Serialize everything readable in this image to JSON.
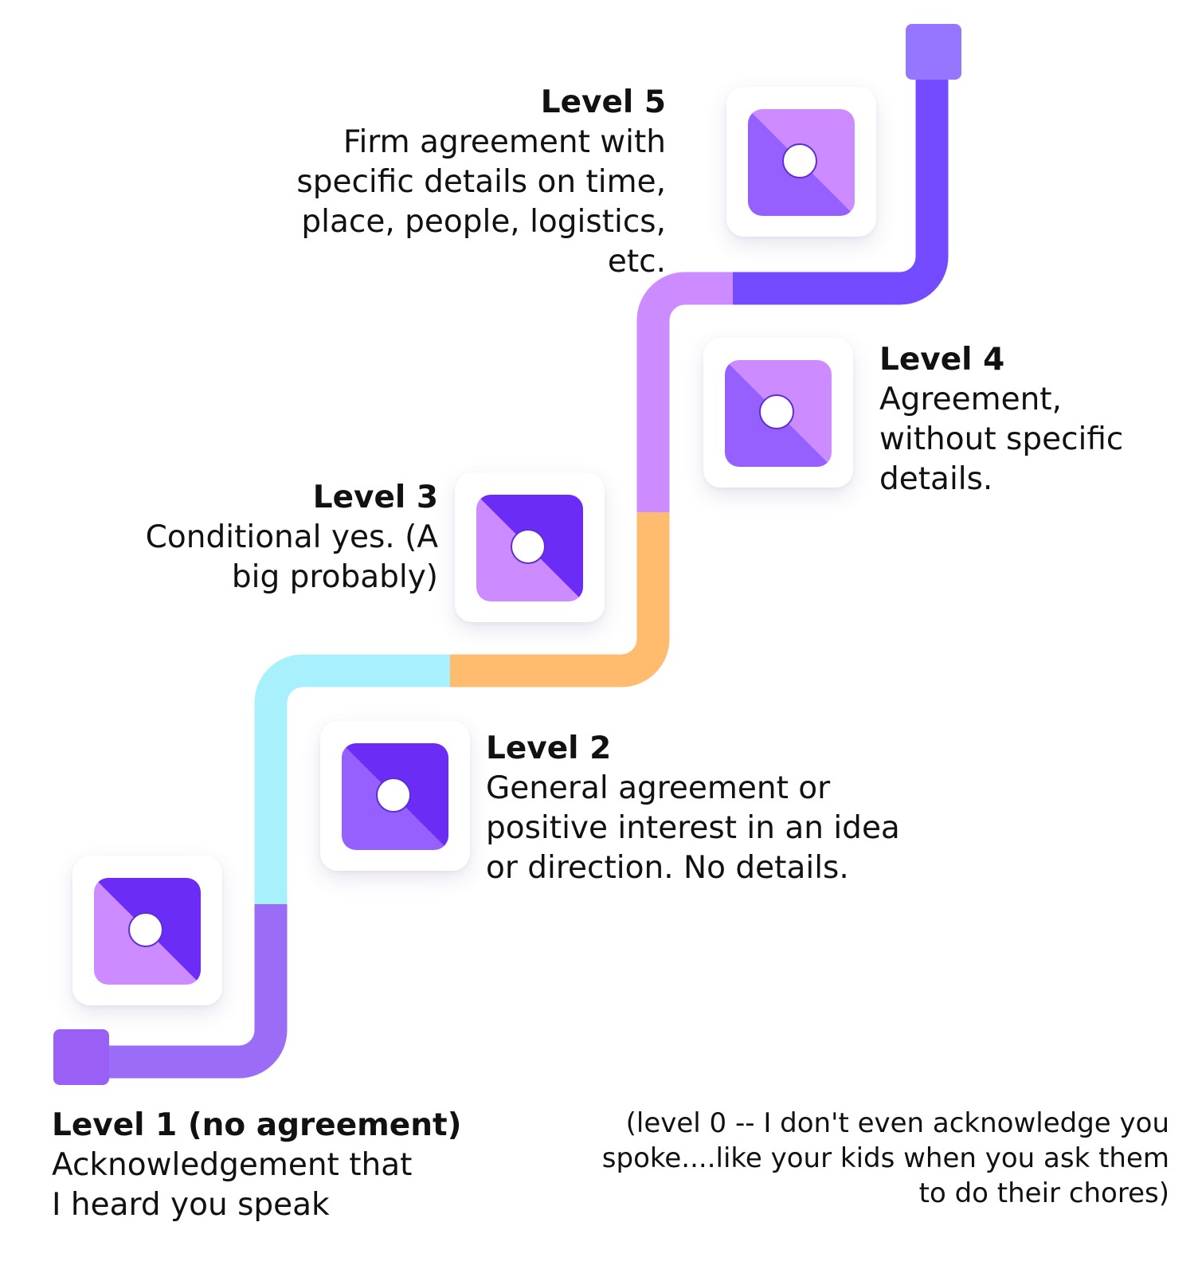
{
  "colors": {
    "segment_bottom": "#9b6cf6",
    "segment_cyan": "#a8f0fb",
    "segment_orange": "#ffbb6e",
    "segment_lilac": "#cc8cff",
    "segment_top": "#744bff",
    "cap_top": "#9676ff",
    "cap_bottom": "#9a60f5",
    "icon_light": "#cc8cff",
    "icon_mid": "#9560ff",
    "icon_dark": "#6b2cf5"
  },
  "levels": [
    {
      "id": "level1",
      "title": "Level 1 (no agreement)",
      "lines": [
        "Acknowledgement that",
        "I heard you speak"
      ],
      "icon": "diagonal-square-icon"
    },
    {
      "id": "level2",
      "title": "Level 2",
      "lines": [
        "General agreement or",
        "positive interest in an idea",
        "or direction. No details."
      ],
      "icon": "diagonal-square-icon"
    },
    {
      "id": "level3",
      "title": "Level 3",
      "lines": [
        "Conditional yes. (A",
        "big probably)"
      ],
      "icon": "diagonal-square-icon"
    },
    {
      "id": "level4",
      "title": "Level 4",
      "lines": [
        "Agreement,",
        "without specific",
        "details."
      ],
      "icon": "diagonal-square-icon"
    },
    {
      "id": "level5",
      "title": "Level 5",
      "lines": [
        "Firm agreement with",
        "specific details on time,",
        "place, people, logistics,",
        "etc."
      ],
      "icon": "diagonal-square-icon"
    }
  ],
  "note": {
    "lines": [
      "(level 0 -- I don't even acknowledge you",
      "spoke....like your kids when you ask them",
      "to do their chores)"
    ]
  }
}
